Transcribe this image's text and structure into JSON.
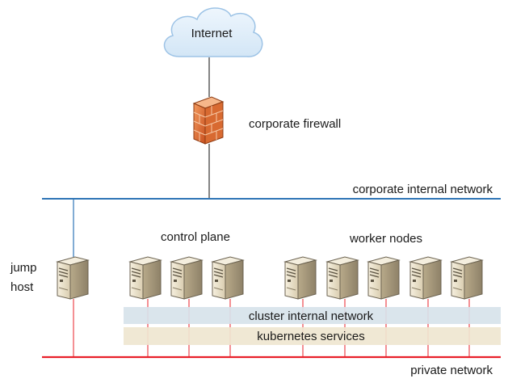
{
  "labels": {
    "internet": "Internet",
    "firewall": "corporate firewall",
    "corporate_network": "corporate internal network",
    "control_plane": "control plane",
    "worker_nodes": "worker nodes",
    "jump_host_line1": "jump",
    "jump_host_line2": "host",
    "cluster_network": "cluster internal network",
    "kubernetes_services": "kubernetes services",
    "private_network": "private network"
  },
  "colors": {
    "corporate_network": "#2e75b6",
    "private_network": "#e8202a",
    "cluster_band": "#d7e3ea",
    "services_band": "#efe6d0",
    "cloud_fill": "#dcebf8",
    "cloud_stroke": "#9dc3e6",
    "firewall_brick": "#e07a3b",
    "server_body": "#efe7d2"
  }
}
